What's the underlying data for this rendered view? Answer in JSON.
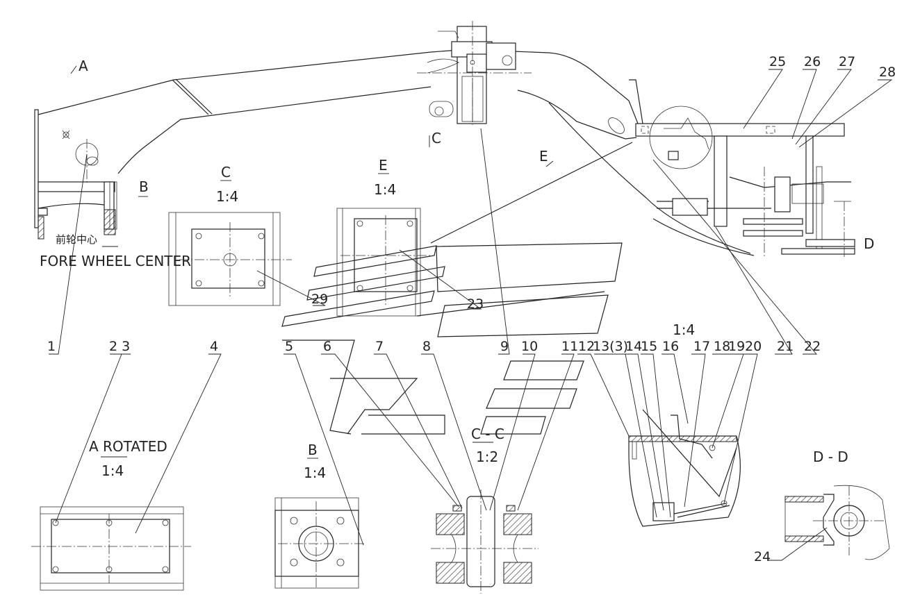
{
  "part_labels": [
    "1",
    "2 3",
    "4",
    "5",
    "6",
    "7",
    "8",
    "9",
    "10",
    "11",
    "12",
    "13(3)",
    "14",
    "15",
    "16",
    "17",
    "18",
    "19",
    "20",
    "21",
    "22",
    "23",
    "24",
    "25",
    "26",
    "27",
    "28",
    "29"
  ],
  "center_label_cn": "前轮中心",
  "center_label_en": "FORE WHEEL CENTER",
  "section_marks": {
    "a": "A",
    "b": "B",
    "c": "C",
    "d": "D",
    "e": "E"
  },
  "views": {
    "c": {
      "name": "C",
      "scale": "1:4"
    },
    "e": {
      "name": "E",
      "scale": "1:4"
    },
    "a_rotated": {
      "name": "A ROTATED",
      "scale": "1:4"
    },
    "b": {
      "name": "B",
      "scale": "1:4"
    },
    "cc": {
      "name": "C - C",
      "scale": "1:2"
    },
    "detail": {
      "scale": "1:4"
    },
    "dd": {
      "name": "D - D"
    }
  }
}
